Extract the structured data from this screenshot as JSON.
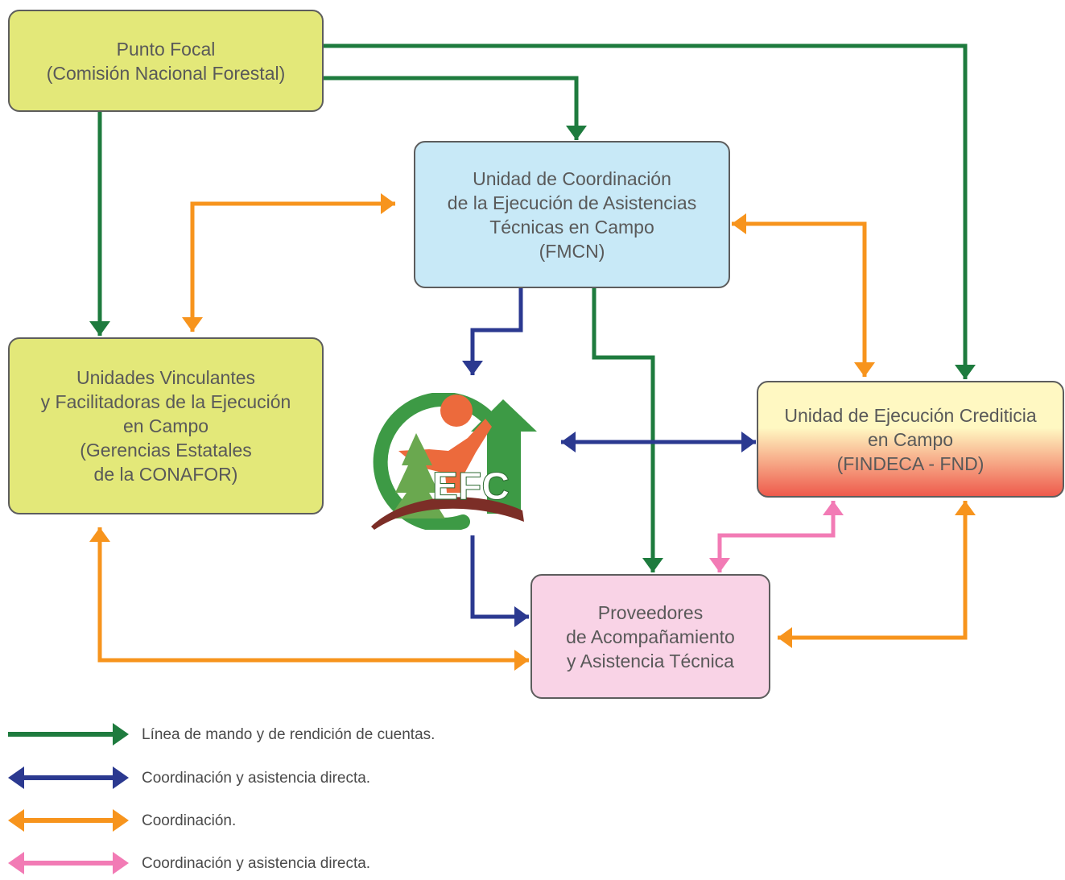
{
  "colors": {
    "command": "#1e7b3e",
    "direct": "#2b3990",
    "coord": "#f7941d",
    "pink": "#f27bb5",
    "border": "#5d5d5d"
  },
  "nodes": {
    "punto_focal": {
      "lines": [
        "Punto Focal",
        "(Comisión Nacional Forestal)"
      ],
      "fill": "#e3e879"
    },
    "unidad_coordinacion": {
      "lines": [
        "Unidad de Coordinación",
        "de la Ejecución de Asistencias",
        "Técnicas en Campo",
        "(FMCN)"
      ],
      "fill": "#c8e9f7"
    },
    "unidades_vinculantes": {
      "lines": [
        "Unidades Vinculantes",
        "y Facilitadoras de la Ejecución",
        "en Campo",
        "(Gerencias Estatales",
        "de la CONAFOR)"
      ],
      "fill": "#e3e879"
    },
    "unidad_crediticia": {
      "lines": [
        "Unidad de Ejecución Crediticia",
        "en Campo",
        "(FINDECA - FND)"
      ],
      "fill_top": "#fff8c2",
      "fill_bottom": "#ee5a4c"
    },
    "proveedores": {
      "lines": [
        "Proveedores",
        "de Acompañamiento",
        "y Asistencia Técnica"
      ],
      "fill": "#f9d3e6"
    }
  },
  "logo": {
    "text": "EFC",
    "icon": "efc-logo-icon"
  },
  "legend": [
    {
      "label": "Línea de mando y de rendición de cuentas.",
      "kind": "single",
      "color": "#1e7b3e"
    },
    {
      "label": "Coordinación y asistencia directa.",
      "kind": "double",
      "color": "#2b3990"
    },
    {
      "label": "Coordinación.",
      "kind": "double",
      "color": "#f7941d"
    },
    {
      "label": "Coordinación y asistencia directa.",
      "kind": "double",
      "color": "#f27bb5"
    }
  ]
}
